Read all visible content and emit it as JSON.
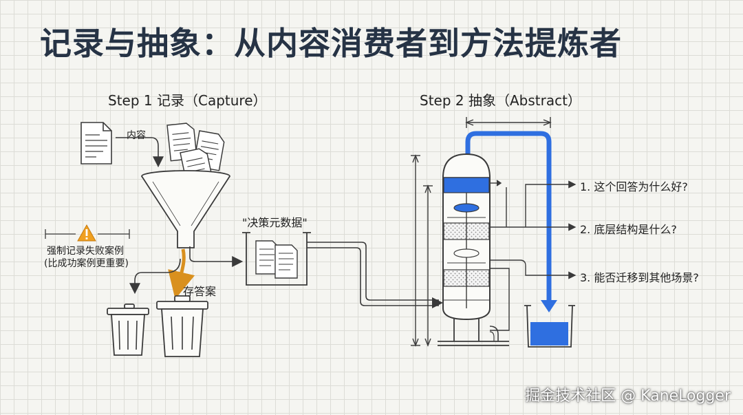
{
  "title": "记录与抽象：从内容消费者到方法提炼者",
  "step1": {
    "heading": "Step 1 记录（Capture）",
    "content_label": "内容",
    "warning_line1": "强制记录失败案例",
    "warning_line2": "(比成功案例更重要)",
    "archive_label": "存答案",
    "decision_data_label": "\"决策元数据\""
  },
  "step2": {
    "heading": "Step 2 抽象（Abstract）",
    "questions": [
      "1. 这个回答为什么好?",
      "2. 底层结构是什么?",
      "3. 能否迁移到其他场景?"
    ]
  },
  "watermark": "掘金技术社区 @ KaneLogger",
  "colors": {
    "title": "#263345",
    "blue": "#2f6fe0",
    "orange": "#d9901e",
    "warning": "#f0a020",
    "line": "#3a3a3a"
  }
}
